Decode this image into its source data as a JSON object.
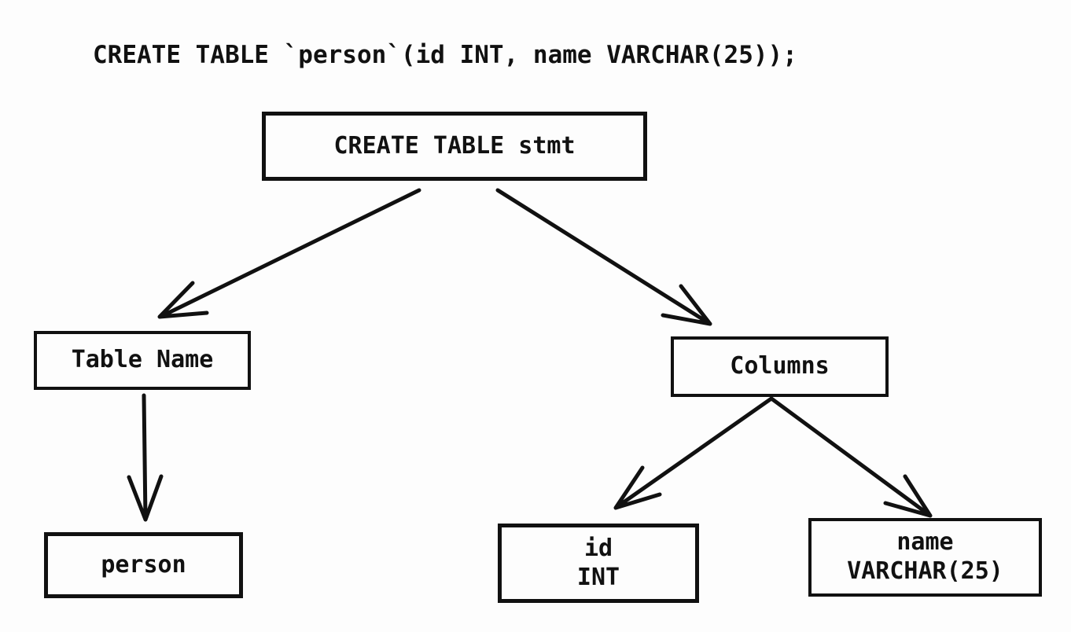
{
  "header": {
    "sql": "CREATE TABLE `person`(id INT, name VARCHAR(25));"
  },
  "nodes": {
    "stmt": {
      "label": "CREATE TABLE stmt"
    },
    "table_name": {
      "label": "Table Name"
    },
    "columns": {
      "label": "Columns"
    },
    "person": {
      "label": "person"
    },
    "id_col": {
      "line1": "id",
      "line2": "INT"
    },
    "name_col": {
      "line1": "name",
      "line2": "VARCHAR(25)"
    }
  },
  "edges": [
    {
      "from": "CREATE TABLE stmt",
      "to": "Table Name"
    },
    {
      "from": "CREATE TABLE stmt",
      "to": "Columns"
    },
    {
      "from": "Table Name",
      "to": "person"
    },
    {
      "from": "Columns",
      "to": "id INT"
    },
    {
      "from": "Columns",
      "to": "name VARCHAR(25)"
    }
  ],
  "colors": {
    "ink": "#111111",
    "background": "#fdfdfd"
  }
}
